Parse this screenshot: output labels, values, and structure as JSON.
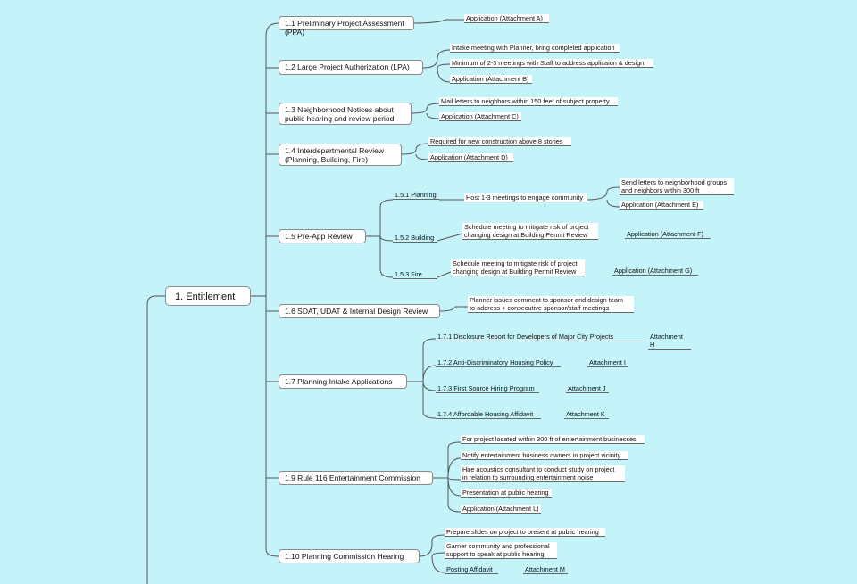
{
  "root": "1. Entitlement",
  "branches": [
    {
      "id": "n1",
      "label": "1.1 Preliminary Project Assessment (PPA)",
      "children": [
        "Application (Attachment A)"
      ]
    },
    {
      "id": "n2",
      "label": "1.2 Large Project Authorization (LPA)",
      "children": [
        "Intake meeting with Planner, bring completed application",
        "Minimum of 2-3 meetings with Staff to address applicaion & design",
        "Application (Attachment B)"
      ]
    },
    {
      "id": "n3",
      "label": "1.3 Neighborhood Notices about\npublic hearing and review period",
      "children": [
        "Mail letters to neighbors within 150 feet of subject property",
        "Application (Attachment C)"
      ]
    },
    {
      "id": "n4",
      "label": "1.4 Interdepartmental Review\n(Planning, Building, Fire)",
      "children": [
        "Required for new construction above 8 stories",
        "Application (Attachment D)"
      ]
    },
    {
      "id": "n5",
      "label": "1.5 Pre-App Review",
      "children": []
    },
    {
      "id": "n6",
      "label": "1.6 SDAT, UDAT & Internal Design Review",
      "children": [
        "Planner issues comment to sponsor and design team\nto address + consecutive sponsor/staff meetings"
      ]
    },
    {
      "id": "n7",
      "label": "1.7 Planning Intake Applications",
      "children": []
    },
    {
      "id": "n9",
      "label": "1.9 Rule 116 Entertainment Commission",
      "children": [
        "For project located within 300 ft of entertainment businesses",
        "Notify entertainment business owners in project vicinity",
        "Hire acoustics consultant to conduct study on project\nin relation to surrounding entertainment noise",
        "Presentation at public hearing",
        "Application (Attachment L)"
      ]
    },
    {
      "id": "n10",
      "label": "1.10 Planning Commission Hearing",
      "children": [
        "Prepare slides on project to present at public hearing",
        "Garner community and professional\nsupport to speak at public hearing",
        "Posting Affidavit"
      ]
    }
  ],
  "pre_app": {
    "planning": {
      "label": "1.5.1 Planning",
      "step": "Host 1-3 meetings to engage community",
      "sub": [
        "Send letters to neighborhood groups\nand neighbors within 300 ft",
        "Application (Attachment E)"
      ]
    },
    "building": {
      "label": "1.5.2 Building",
      "step": "Schedule meeting to mitigate risk of project\nchanging design at Building Permit Review",
      "attachment": "Application (Attachment F)"
    },
    "fire": {
      "label": "1.5.3 Fire",
      "step": "Schedule meeting to mitigate risk of project\nchanging design at Building Permit Review",
      "attachment": "Application (Attachment G)"
    }
  },
  "intake": [
    {
      "label": "1.7.1 Disclosure Report for Developers of Major City Projects",
      "attachment": "Attachment H"
    },
    {
      "label": "1.7.2 Anti-Discriminatory Housing Policy",
      "attachment": "Attachment I"
    },
    {
      "label": "1.7.3 First Source Hiring Program",
      "attachment": "Attachment J"
    },
    {
      "label": "1.7.4 Affordable Housing Affidavit",
      "attachment": "Attachment K"
    }
  ],
  "affidavit_attachment": "Attachment M",
  "colors": {
    "background": "#c4f3fa",
    "node": "#ffffff",
    "line": "#555555"
  }
}
